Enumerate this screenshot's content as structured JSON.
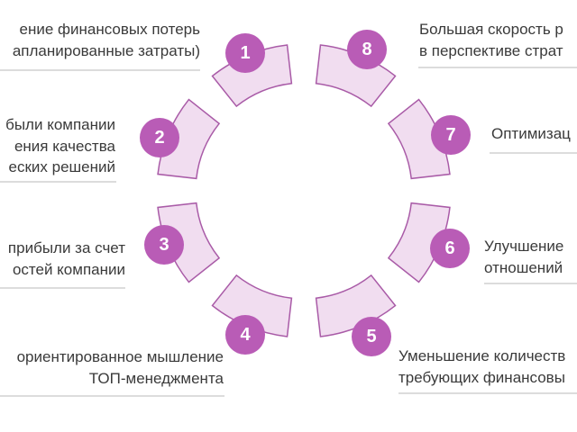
{
  "colors": {
    "badge": "#b95cb6",
    "segment_fill": "#f1ddf0",
    "segment_stroke": "#a95ba7",
    "text": "#3a3a3a",
    "rule": "#dcdcdc"
  },
  "items": [
    {
      "number": "1",
      "lines": [
        "ение финансовых потерь",
        "апланированные затраты)"
      ]
    },
    {
      "number": "2",
      "lines": [
        "были компании",
        "ения качества",
        "еских решений"
      ]
    },
    {
      "number": "3",
      "lines": [
        "прибыли за счет",
        "остей компании"
      ]
    },
    {
      "number": "4",
      "lines": [
        "ориентированное мышление",
        "ТОП-менеджмента"
      ]
    },
    {
      "number": "5",
      "lines": [
        "Уменьшение количеств",
        "требующих финансовы"
      ]
    },
    {
      "number": "6",
      "lines": [
        "Улучшение",
        "отношений"
      ]
    },
    {
      "number": "7",
      "lines": [
        "Оптимизац"
      ]
    },
    {
      "number": "8",
      "lines": [
        "Большая скорость р",
        "в перспективе страт"
      ]
    }
  ]
}
